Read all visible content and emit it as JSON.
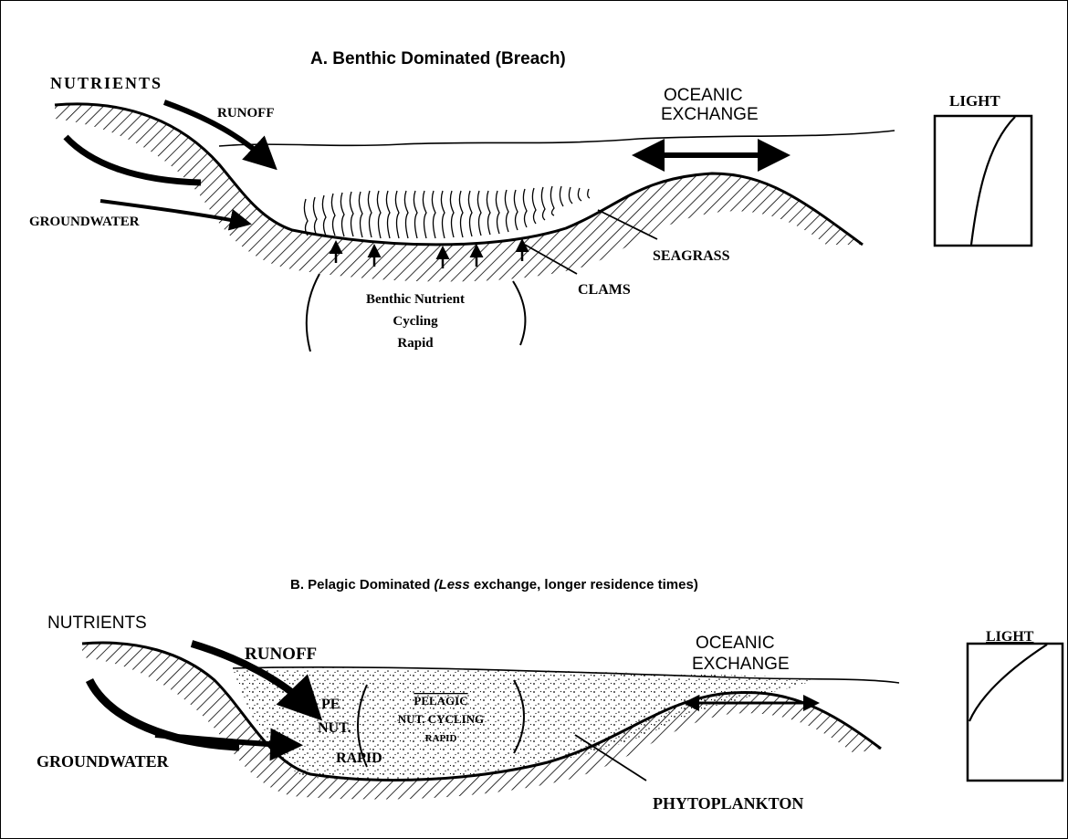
{
  "panel_a": {
    "title": "A.  Benthic Dominated (Breach)",
    "nutrients": "NUTRIENTS",
    "runoff": "RUNOFF",
    "groundwater": "GROUNDWATER",
    "oceanic_1": "OCEANIC",
    "oceanic_2": "EXCHANGE",
    "light": "LIGHT",
    "seagrass": "SEAGRASS",
    "clams": "CLAMS",
    "cycling_1": "Benthic Nutrient",
    "cycling_2": "Cycling",
    "cycling_3": "Rapid"
  },
  "panel_b": {
    "title_prefix": "B. Pelagic Dominated ",
    "title_italic": "(Less",
    "title_suffix": " exchange, longer residence times)",
    "nutrients": "NUTRIENTS",
    "runoff": "RUNOFF",
    "groundwater": "GROUNDWATER",
    "oceanic_1": "OCEANIC",
    "oceanic_2": "EXCHANGE",
    "light": "LIGHT",
    "phytoplankton": "PHYTOPLANKTON",
    "pelagic_1": "PELAGIC",
    "pelagic_2": "NUT. CYCLING",
    "pelagic_3": "RAPID",
    "frag_pe": "PE",
    "frag_nut": "NUT.",
    "frag_rapid": "RAPID"
  }
}
